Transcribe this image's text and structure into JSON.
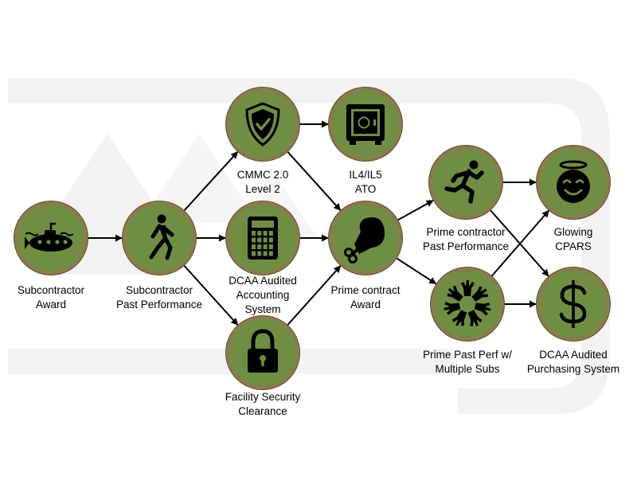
{
  "colors": {
    "node_fill": "#6f8e44",
    "node_ring": "#8b7b4d",
    "node_ring_dark": "#5e4f2c",
    "icon": "#000000",
    "arrow": "#000000",
    "watermark": "#f2f2f2"
  },
  "nodes": {
    "sub_award": {
      "icon": "submarine-icon",
      "lines": [
        "Subcontractor",
        "Award"
      ]
    },
    "sub_pp": {
      "icon": "walking-person-icon",
      "lines": [
        "Subcontractor",
        "Past Performance"
      ]
    },
    "cmmc": {
      "icon": "shield-check-icon",
      "lines": [
        "CMMC 2.0",
        "Level 2"
      ]
    },
    "dcaa_acct": {
      "icon": "calculator-icon",
      "lines": [
        "DCAA Audited",
        "Accounting",
        "System"
      ]
    },
    "fcl": {
      "icon": "padlock-icon",
      "lines": [
        "Facility Security",
        "Clearance"
      ]
    },
    "il": {
      "icon": "safe-icon",
      "lines": [
        "IL4/IL5",
        "ATO"
      ]
    },
    "prime_award": {
      "icon": "drumstick-icon",
      "lines": [
        "Prime contract",
        "Award"
      ]
    },
    "prime_pp": {
      "icon": "running-person-icon",
      "lines": [
        "Prime contractor",
        "Past Performance"
      ]
    },
    "prime_multi": {
      "icon": "hands-circle-icon",
      "lines": [
        "Prime Past Perf w/",
        "Multiple Subs"
      ]
    },
    "cpars": {
      "icon": "halo-smiley-icon",
      "lines": [
        "Glowing",
        "CPARS"
      ]
    },
    "dcaa_purch": {
      "icon": "dollar-sign-icon",
      "lines": [
        "DCAA Audited",
        "Purchasing System"
      ]
    }
  }
}
